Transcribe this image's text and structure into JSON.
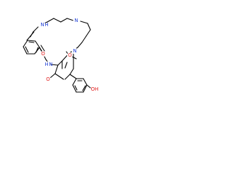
{
  "atoms": {
    "n_top": {
      "label": "N",
      "color": "#1f3fd6"
    },
    "nh_upper": {
      "label": "N",
      "color": "#1f3fd6"
    },
    "h_upper": {
      "label": "H",
      "color": "#1f3fd6"
    },
    "n_right": {
      "label": "N",
      "color": "#1f3fd6"
    },
    "nh_lower": {
      "label": "N",
      "color": "#1f3fd6"
    },
    "h_lower": {
      "label": "H",
      "color": "#1f3fd6"
    },
    "o_left_carbonyl": {
      "label": "O",
      "color": "#e01919"
    },
    "o_right_carbonyl": {
      "label": "O",
      "color": "#e01919"
    },
    "o_ring": {
      "label": "O",
      "color": "#e01919"
    },
    "oh": {
      "label": "OH",
      "color": "#e01919"
    }
  },
  "colors": {
    "bond": "#000000",
    "background": "#ffffff"
  }
}
